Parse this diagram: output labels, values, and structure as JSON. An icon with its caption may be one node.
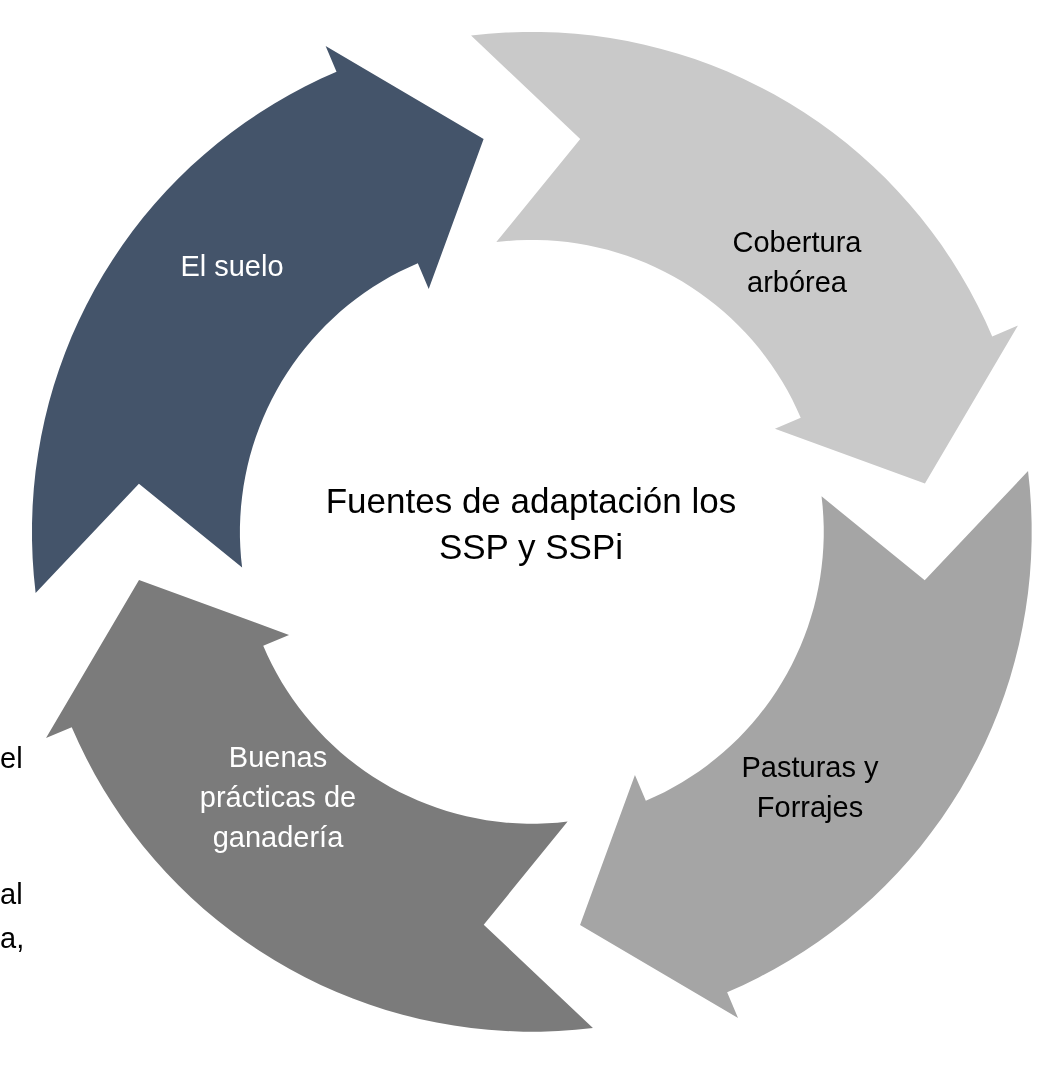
{
  "diagram": {
    "nodes": [
      {
        "text": [
          "El suelo"
        ]
      },
      {
        "text": [
          "Cobertura arbórea"
        ]
      },
      {
        "text": [
          "Pasturas y Forrajes"
        ]
      },
      {
        "text": [
          "Buenas prácticas de ganadería"
        ]
      }
    ],
    "labels": [
      "Fuentes de adaptación los SSP y SSPi",
      "el",
      "al",
      "a,"
    ]
  }
}
